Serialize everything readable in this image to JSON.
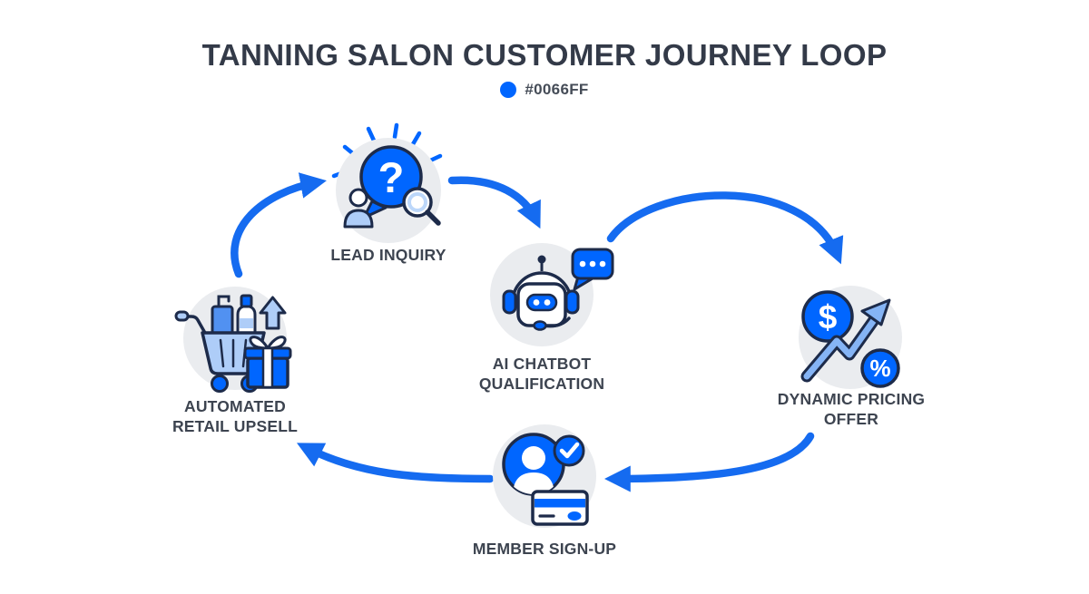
{
  "title": "TANNING SALON CUSTOMER JOURNEY LOOP",
  "accent_swatch": {
    "color": "#0066FF",
    "label": "#0066FF"
  },
  "palette": {
    "accent": "#0066FF",
    "arrow_blue": "#156bf0",
    "light_blue": "#aecdf8",
    "mid_blue": "#5191f1",
    "zigzag_blue": "#85b4f5",
    "ring_blue": "#bcd7fa",
    "navy_outline": "#1d2b4a",
    "circle_bg": "#eaecef",
    "title_color": "#333a48",
    "label_color": "#3d4450",
    "swatch_text_color": "#454c57",
    "background": "#ffffff"
  },
  "nodes": [
    {
      "id": "lead-inquiry",
      "label": "LEAD INQUIRY",
      "icon": "question-search-icon"
    },
    {
      "id": "ai-chatbot-qualification",
      "label": "AI CHATBOT QUALIFICATION",
      "icon": "robot-chat-icon"
    },
    {
      "id": "dynamic-pricing-offer",
      "label": "DYNAMIC PRICING OFFER",
      "icon": "dollar-growth-percent-icon"
    },
    {
      "id": "member-sign-up",
      "label": "MEMBER SIGN-UP",
      "icon": "member-card-check-icon"
    },
    {
      "id": "automated-retail-upsell",
      "label": "AUTOMATED RETAIL UPSELL",
      "icon": "cart-gift-upsell-icon"
    }
  ],
  "edges": [
    {
      "from": "automated-retail-upsell",
      "to": "lead-inquiry"
    },
    {
      "from": "lead-inquiry",
      "to": "ai-chatbot-qualification"
    },
    {
      "from": "ai-chatbot-qualification",
      "to": "dynamic-pricing-offer"
    },
    {
      "from": "dynamic-pricing-offer",
      "to": "member-sign-up"
    },
    {
      "from": "member-sign-up",
      "to": "automated-retail-upsell"
    }
  ]
}
